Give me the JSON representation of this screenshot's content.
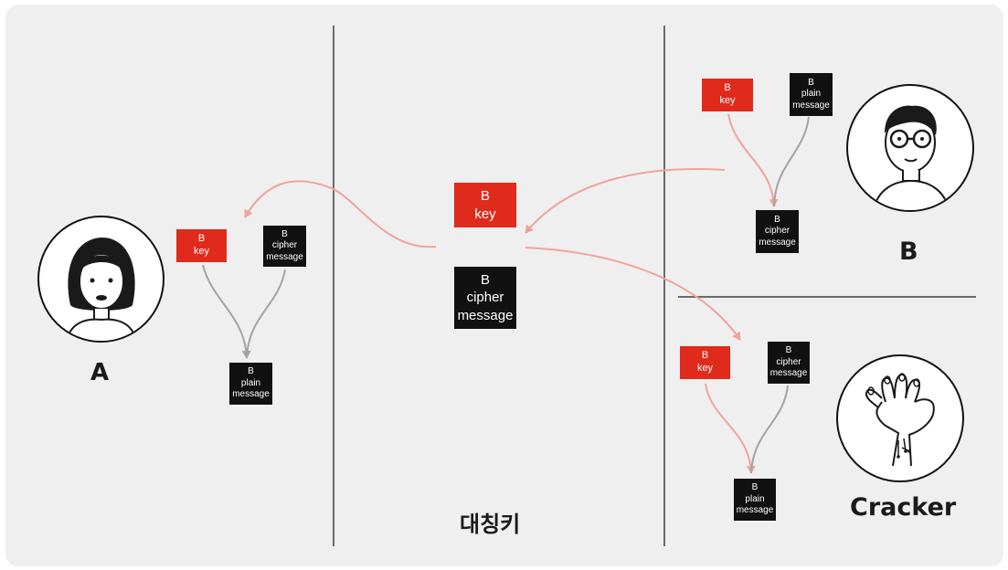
{
  "title": "대칭키",
  "panel_a": {
    "label": "A",
    "key_box": {
      "owner": "B",
      "text": "key"
    },
    "cipher_box": {
      "owner": "B",
      "line1": "cipher",
      "line2": "message"
    },
    "plain_box": {
      "owner": "B",
      "line1": "plain",
      "line2": "message"
    }
  },
  "panel_center": {
    "key_box": {
      "owner": "B",
      "text": "key"
    },
    "cipher_box": {
      "owner": "B",
      "line1": "cipher",
      "line2": "message"
    }
  },
  "panel_b": {
    "label": "B",
    "key_box": {
      "owner": "B",
      "text": "key"
    },
    "plain_box": {
      "owner": "B",
      "line1": "plain",
      "line2": "message"
    },
    "cipher_box": {
      "owner": "B",
      "line1": "cipher",
      "line2": "message"
    }
  },
  "panel_cracker": {
    "label": "Cracker",
    "key_box": {
      "owner": "B",
      "text": "key"
    },
    "cipher_box": {
      "owner": "B",
      "line1": "cipher",
      "line2": "message"
    },
    "plain_box": {
      "owner": "B",
      "line1": "plain",
      "line2": "message"
    }
  },
  "colors": {
    "key": "#e02a1c",
    "message": "#111111",
    "arrow_red": "#f0a39b",
    "arrow_gray": "#a3a3a3",
    "background": "#efefef"
  },
  "icons": [
    "woman-avatar-icon",
    "man-with-glasses-avatar-icon",
    "cracker-hand-icon"
  ]
}
